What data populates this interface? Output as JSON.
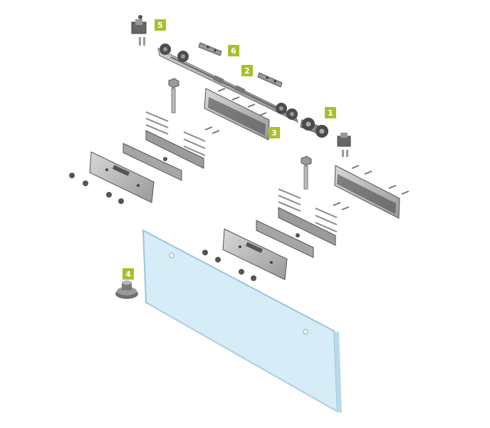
{
  "callouts": [
    {
      "id": "callout-1",
      "label": "1"
    },
    {
      "id": "callout-2",
      "label": "2"
    },
    {
      "id": "callout-3",
      "label": "3"
    },
    {
      "id": "callout-4",
      "label": "4"
    },
    {
      "id": "callout-5",
      "label": "5"
    },
    {
      "id": "callout-6",
      "label": "6"
    }
  ],
  "colors": {
    "callout": "#a6c12a",
    "metal_dark": "#5c5c5c",
    "metal_mid": "#8f8f8f",
    "metal_light": "#c9c9c9",
    "glass_fill": "#d6ecf6",
    "glass_edge": "#9cc5d8"
  }
}
